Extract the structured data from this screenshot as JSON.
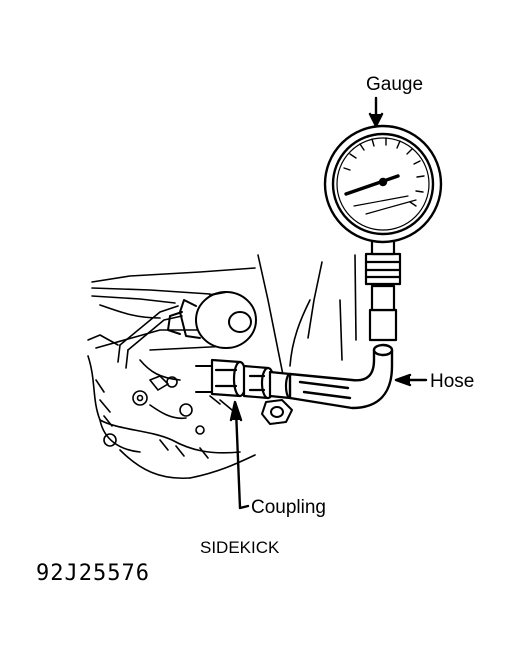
{
  "labels": {
    "gauge": "Gauge",
    "hose": "Hose",
    "coupling": "Coupling"
  },
  "caption": "SIDEKICK",
  "figure_code": "92J25576"
}
